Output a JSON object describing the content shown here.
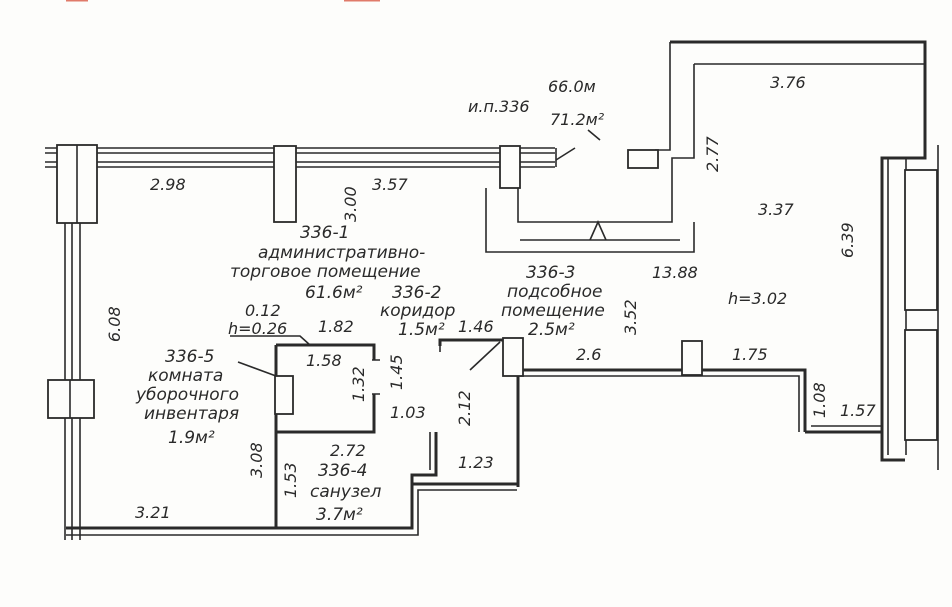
{
  "plan": {
    "accent_color": "#e07a6a",
    "line_color": "#2a2a2a",
    "header": {
      "unit": "и.п.336",
      "perimeter": "66.0м",
      "total_area": "71.2м²"
    },
    "rooms": [
      {
        "id": "336-1",
        "name_line1": "административно-",
        "name_line2": "торговое помещение",
        "area": "61.6м²"
      },
      {
        "id": "336-2",
        "name_line1": "коридор",
        "area": "1.5м²"
      },
      {
        "id": "336-3",
        "name_line1": "подсобное",
        "name_line2": "помещение",
        "area": "2.5м²"
      },
      {
        "id": "336-4",
        "name_line1": "санузел",
        "area": "3.7м²"
      },
      {
        "id": "336-5",
        "name_line1": "комната",
        "name_line2": "уборочного",
        "name_line3": "инвентаря",
        "area": "1.9м²"
      }
    ],
    "dimensions": {
      "d_2_98": "2.98",
      "d_3_00": "3.00",
      "d_3_57": "3.57",
      "d_3_76": "3.76",
      "d_2_77": "2.77",
      "d_3_37": "3.37",
      "d_6_39": "6.39",
      "d_13_88": "13.88",
      "d_h302": "h=3.02",
      "d_3_52": "3.52",
      "d_6_08": "6.08",
      "d_0_12": "0.12",
      "d_h026": "h=0.26",
      "d_1_82": "1.82",
      "d_1_58": "1.58",
      "d_1_46": "1.46",
      "d_1_45": "1.45",
      "d_1_32": "1.32",
      "d_1_03": "1.03",
      "d_2_12": "2.12",
      "d_2_6": "2.6",
      "d_1_75": "1.75",
      "d_1_08": "1.08",
      "d_1_57": "1.57",
      "d_3_08": "3.08",
      "d_2_72": "2.72",
      "d_1_53": "1.53",
      "d_1_23": "1.23",
      "d_3_21": "3.21"
    }
  }
}
